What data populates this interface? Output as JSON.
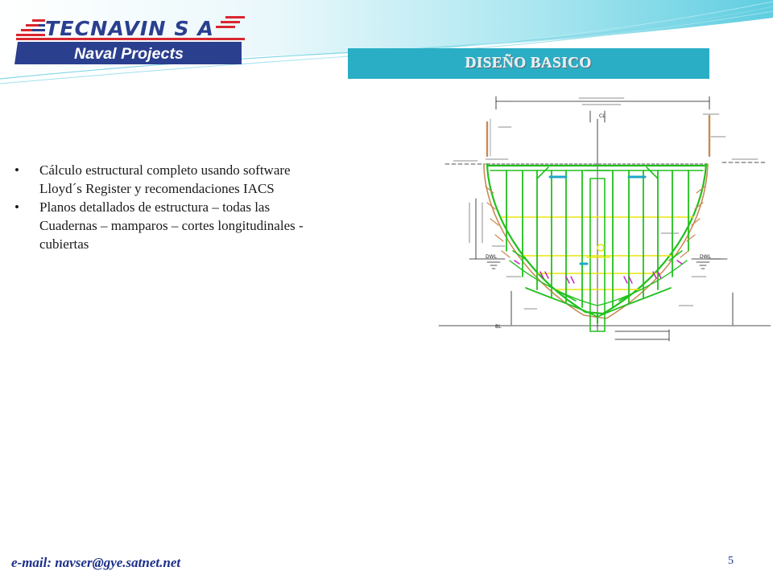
{
  "logo": {
    "company": "TECNAVIN S A",
    "tagline": "Naval Projects",
    "colors": {
      "navy": "#2b3f8f",
      "red": "#d9262e"
    }
  },
  "title": "DISEÑO BASICO",
  "bullets": [
    {
      "text": "Cálculo estructural completo usando software Lloyd´s Register y recomendaciones IACS"
    },
    {
      "text": "Planos detallados de estructura – todas las Cuadernas – mamparos – cortes longitudinales - cubiertas"
    }
  ],
  "drawing": {
    "labels": {
      "bl": "BL",
      "cl": "CL",
      "dwl_left": "DWL",
      "dwl_right": "DWL"
    },
    "colors": {
      "frame": "#22c01e",
      "deck": "#e8e60a",
      "hull": "#c98a55",
      "dim": "#1a1a1a",
      "magenta": "#c41cc4"
    }
  },
  "footer": {
    "email": "e-mail: navser@gye.satnet.net",
    "page": "5"
  },
  "theme": {
    "accent": "#2aaec5",
    "footer_text": "#1b2f88"
  }
}
